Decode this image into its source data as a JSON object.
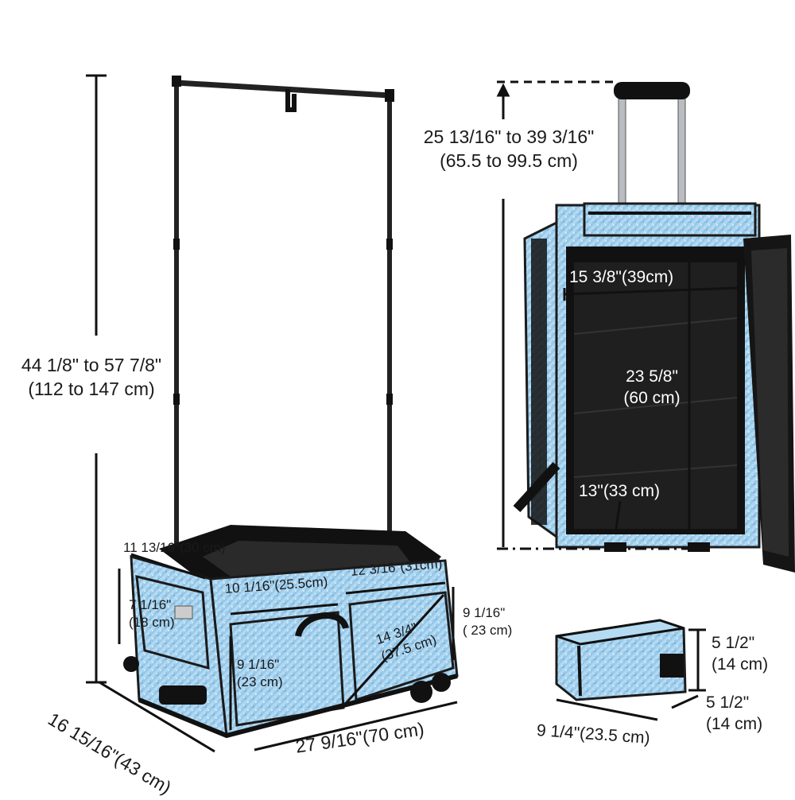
{
  "dimensions": {
    "rack_height": "44 1/8\" to 57 7/8\"",
    "rack_height_cm": "(112 to 147 cm)",
    "handle_height": "25 13/16\" to 39 3/16\"",
    "handle_height_cm": "(65.5 to 99.5 cm)",
    "interior_width": "15 3/8\"(39cm)",
    "interior_height": "23 5/8\"",
    "interior_height_cm": "(60 cm)",
    "interior_depth": "13\"(33 cm)",
    "bag_depth": "16 15/16\"(43 cm)",
    "bag_length": "27 9/16\"(70 cm)",
    "side_pocket_width": "11 13/16\"(30 cm)",
    "side_pocket_height": "7 1/16\"",
    "side_pocket_height_cm": "(18 cm)",
    "front_pocket_width": "10 1/16\"(25.5cm)",
    "front_pocket_height": "9 1/16\"",
    "front_pocket_height_cm": "(23 cm)",
    "top_pocket_width": "12 3/16\"(31cm)",
    "end_height": "9 1/16\"",
    "end_height_cm": "( 23 cm)",
    "diagonal": "14 3/4\"",
    "diagonal_cm": "(37.5 cm)",
    "pouch_height": "5 1/2\"",
    "pouch_height_cm": "(14 cm)",
    "pouch_depth": "5 1/2\"",
    "pouch_depth_cm": "(14 cm)",
    "pouch_width": "9 1/4\"(23.5 cm)"
  },
  "colors": {
    "glitter": "#8ec5e8",
    "glitter_light": "#cfe8f7",
    "trim": "#1b1b1b",
    "frame": "#222222"
  }
}
